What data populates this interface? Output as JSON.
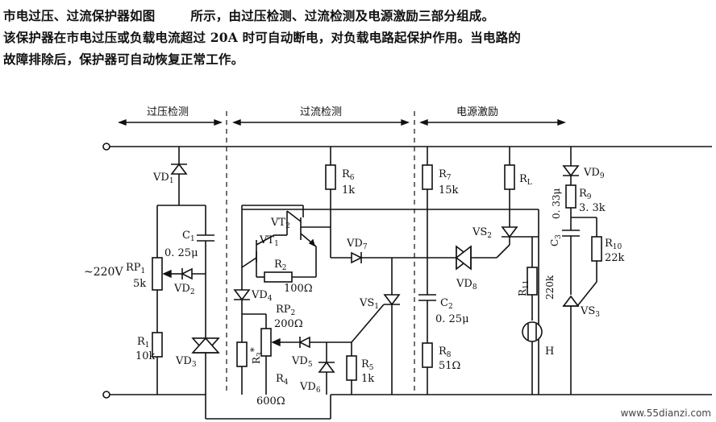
{
  "intro": {
    "line1_a": "市电过压、过流保护器如图",
    "line1_b": "所示，由过压检测、过流检测及电源激励三部分组成。",
    "line2": "该保护器在市电过压或负载电流超过 20A 时可自动断电，对负载电路起保护作用。当电路的",
    "line3": "故障排除后，保护器可自动恢复正常工作。"
  },
  "sections": {
    "overvoltage": "过压检测",
    "overcurrent": "过流检测",
    "power": "电源激励"
  },
  "input_voltage": "~220V",
  "components": {
    "vd1": "VD",
    "vd1_sub": "1",
    "c1": "C",
    "c1_sub": "1",
    "c1_value": "0. 25μ",
    "rp1": "RP",
    "rp1_sub": "1",
    "rp1_value": "5k",
    "vd2": "VD",
    "vd2_sub": "2",
    "r1": "R",
    "r1_sub": "1",
    "r1_value": "10k",
    "vd3": "VD",
    "vd3_sub": "3",
    "vt2": "VT",
    "vt2_sub": "2",
    "vt1": "VT",
    "vt1_sub": "1",
    "r2": "R",
    "r2_sub": "2",
    "r2_value": "100Ω",
    "vd4": "VD",
    "vd4_sub": "4",
    "rp2": "RP",
    "rp2_sub": "2",
    "rp2_value": "200Ω",
    "r3": "R",
    "r3_sub": "3",
    "r3_mark": "*",
    "r4": "R",
    "r4_sub": "4",
    "r4_value": "600Ω",
    "vd5": "VD",
    "vd5_sub": "5",
    "vd6": "VD",
    "vd6_sub": "6",
    "r5": "R",
    "r5_sub": "5",
    "r5_value": "1k",
    "r6": "R",
    "r6_sub": "6",
    "r6_value": "1k",
    "vd7": "VD",
    "vd7_sub": "7",
    "vs1": "VS",
    "vs1_sub": "1",
    "r7": "R",
    "r7_sub": "7",
    "r7_value": "15k",
    "c2": "C",
    "c2_sub": "2",
    "c2_value": "0. 25μ",
    "r8": "R",
    "r8_sub": "8",
    "r8_value": "51Ω",
    "vd8": "VD",
    "vd8_sub": "8",
    "vs2": "VS",
    "vs2_sub": "2",
    "rl": "R",
    "rl_sub": "L",
    "r11": "R",
    "r11_sub": "11",
    "r11_value": "220k",
    "h": "H",
    "vd9": "VD",
    "vd9_sub": "9",
    "r9": "R",
    "r9_sub": "9",
    "r9_value": "3. 3k",
    "c3": "C",
    "c3_sub": "3",
    "c3_value": "0. 33μ",
    "r10": "R",
    "r10_sub": "10",
    "r10_value": "22k",
    "vs3": "VS",
    "vs3_sub": "3"
  },
  "watermark": "www.55dianzi.com"
}
